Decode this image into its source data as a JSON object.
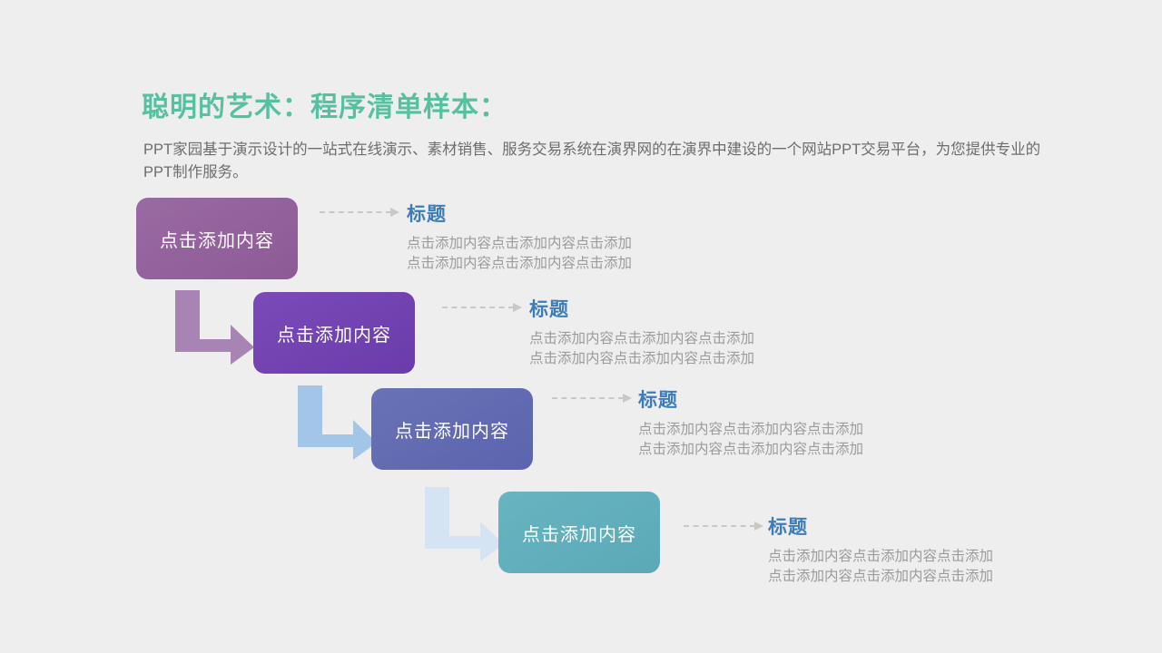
{
  "header": {
    "title": "聪明的艺术：程序清单样本：",
    "title_color": "#57c0a0",
    "subtitle": "PPT家园基于演示设计的一站式在线演示、素材销售、服务交易系统在演界网的在演界中建设的一个网站PPT交易平台，为您提供专业的PPT制作服务。"
  },
  "background_color": "#eeeeee",
  "accent": {
    "desc_title_color": "#3d7cba",
    "desc_body_color": "#9b9b9b",
    "connector_color": "#c8c8c8"
  },
  "steps": [
    {
      "box_label": "点击添加内容",
      "box_color": "#8d5a96",
      "box_color_end": "#9a6aa3",
      "arrow_color": "#a884b4",
      "desc_title": "标题",
      "desc_line1": "点击添加内容点击添加内容点击添加",
      "desc_line2": "点击添加内容点击添加内容点击添加"
    },
    {
      "box_label": "点击添加内容",
      "box_color": "#6a3cab",
      "box_color_end": "#7a4ab8",
      "arrow_color": "#a884b4",
      "desc_title": "标题",
      "desc_line1": "点击添加内容点击添加内容点击添加",
      "desc_line2": "点击添加内容点击添加内容点击添加"
    },
    {
      "box_label": "点击添加内容",
      "box_color": "#5b64ad",
      "box_color_end": "#6a72b6",
      "arrow_color": "#a3c6e8",
      "desc_title": "标题",
      "desc_line1": "点击添加内容点击添加内容点击添加",
      "desc_line2": "点击添加内容点击添加内容点击添加"
    },
    {
      "box_label": "点击添加内容",
      "box_color": "#5ba9b8",
      "box_color_end": "#68b4c1",
      "arrow_color": "#d5e4f2",
      "desc_title": "标题",
      "desc_line1": "点击添加内容点击添加内容点击添加",
      "desc_line2": "点击添加内容点击添加内容点击添加"
    }
  ]
}
